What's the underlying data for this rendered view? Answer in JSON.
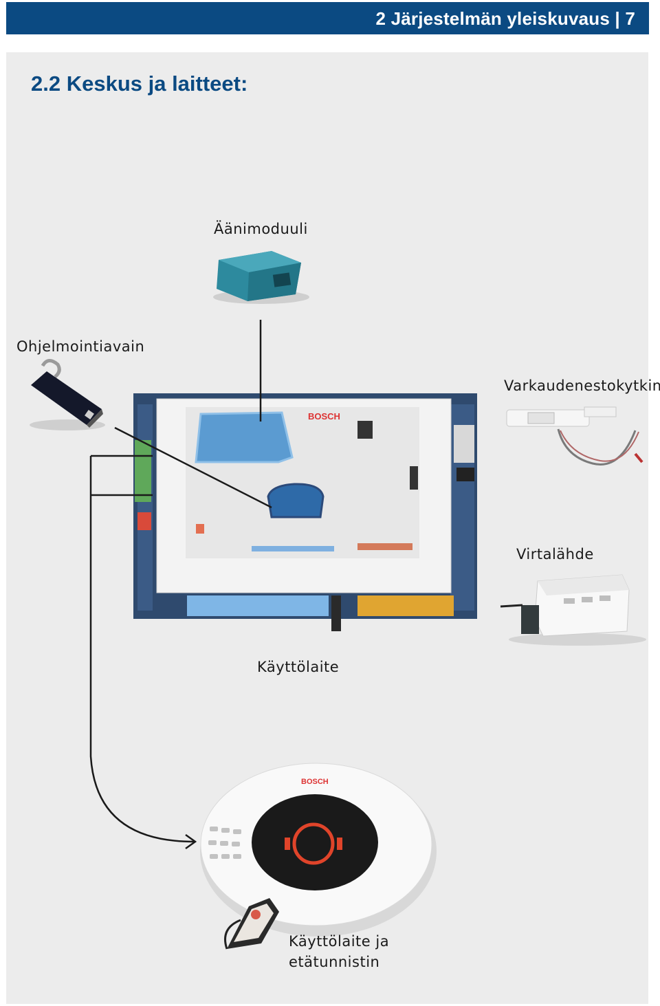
{
  "header": {
    "title": "2 Järjestelmän yleiskuvaus | 7"
  },
  "section": {
    "title": "2.2 Keskus ja laitteet:"
  },
  "labels": {
    "voice_module": "Äänimoduuli",
    "programming_key": "Ohjelmointiavain",
    "tamper_switch": "Varkaudenestokytkin",
    "power_supply": "Virtalähde",
    "keypad": "Käyttölaite",
    "keypad_with_fob_line1": "Käyttölaite ja",
    "keypad_with_fob_line2": "etätunnistin"
  },
  "brand": {
    "logo_text": "BOSCH",
    "accent": "#0b4a82",
    "panel_bg": "#ececec"
  }
}
